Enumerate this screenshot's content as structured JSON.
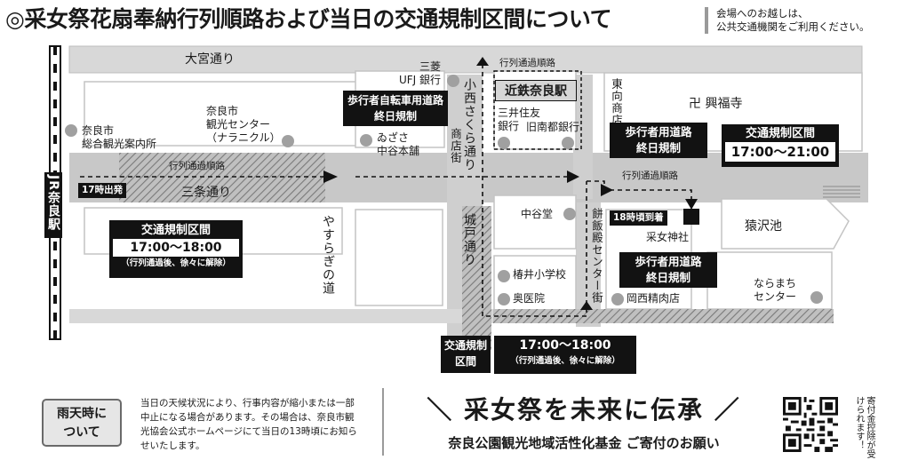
{
  "header": {
    "title": "◎采女祭花扇奉納行列順路および当日の交通規制区間について",
    "notice_lines": [
      "会場へのお越しは、",
      "公共交通機関をご利用ください。"
    ]
  },
  "map": {
    "streets": {
      "omiya": "大宮通り",
      "sanjo": "三条通り",
      "konishi": "小西さくら通り",
      "higashimuki": "東向商店街",
      "jodo": "城戸通り",
      "yasuragi": "やすらぎの道",
      "mochiidono": "餅飯殿センター街"
    },
    "stations": {
      "jr_nara": "JR奈良駅",
      "kintetsu_nara": "近鉄奈良駅"
    },
    "places": {
      "mufg": [
        "三菱",
        "UFJ 銀行"
      ],
      "nara_info": [
        "奈良市",
        "総合観光案内所"
      ],
      "naranikuru": [
        "奈良市",
        "観光センター",
        "（ナラニクル）"
      ],
      "mizasa": [
        "ゐざさ",
        "中谷本舗"
      ],
      "mitsui": [
        "三井住友",
        "銀行"
      ],
      "nanto": "旧南都銀行",
      "shoten": "商店街",
      "kofukuji": "卍 興福寺",
      "nakatanido": "中谷堂",
      "uneme_shrine": "采女神社",
      "sarusawa": "猿沢池",
      "tsubai": "椿井小学校",
      "oku": "奥医院",
      "okanishi": "岡西精肉店",
      "naramachi": [
        "ならまち",
        "センター"
      ]
    },
    "route_labels": {
      "procession_1": "行列通過順路",
      "procession_2": "行列通過順路",
      "procession_3": "行列通過順路"
    },
    "tags": {
      "depart": "17時出発",
      "arrive": "18時頃到着"
    },
    "regulations": {
      "sanjo_zone": {
        "title": "交通規制区間",
        "time": "17:00〜18:00",
        "note": "（行列通過後、徐々に解除）"
      },
      "east_zone": {
        "title": "交通規制区間",
        "time": "17:00〜21:00"
      },
      "south_zone": {
        "title": [
          "交通規制",
          "区間"
        ],
        "time": "17:00〜18:00",
        "note": "（行列通過後、徐々に解除）"
      },
      "ped_bike": [
        "歩行者自転車用道路",
        "終日規制"
      ],
      "ped_1": [
        "歩行者用道路",
        "終日規制"
      ],
      "ped_2": [
        "歩行者用道路",
        "終日規制"
      ]
    }
  },
  "footer": {
    "rain_label": [
      "雨天時に",
      "ついて"
    ],
    "rain_text": "当日の天候状況により、行事内容が縮小または一部中止になる場合があります。その場合は、奈良市観光協会公式ホームページにて当日の13時頃にお知らせいたします。",
    "slogan": "＼ 采女祭を未来に伝承 ／",
    "fund": "奈良公園観光地域活性化基金 ご寄付のお願い",
    "donate_note": "寄付金控除が受けられます！"
  },
  "colors": {
    "road": "#c8c8c8",
    "block": "#121212",
    "hatch": "#8a8a8a",
    "dot": "#a0a0a0"
  }
}
